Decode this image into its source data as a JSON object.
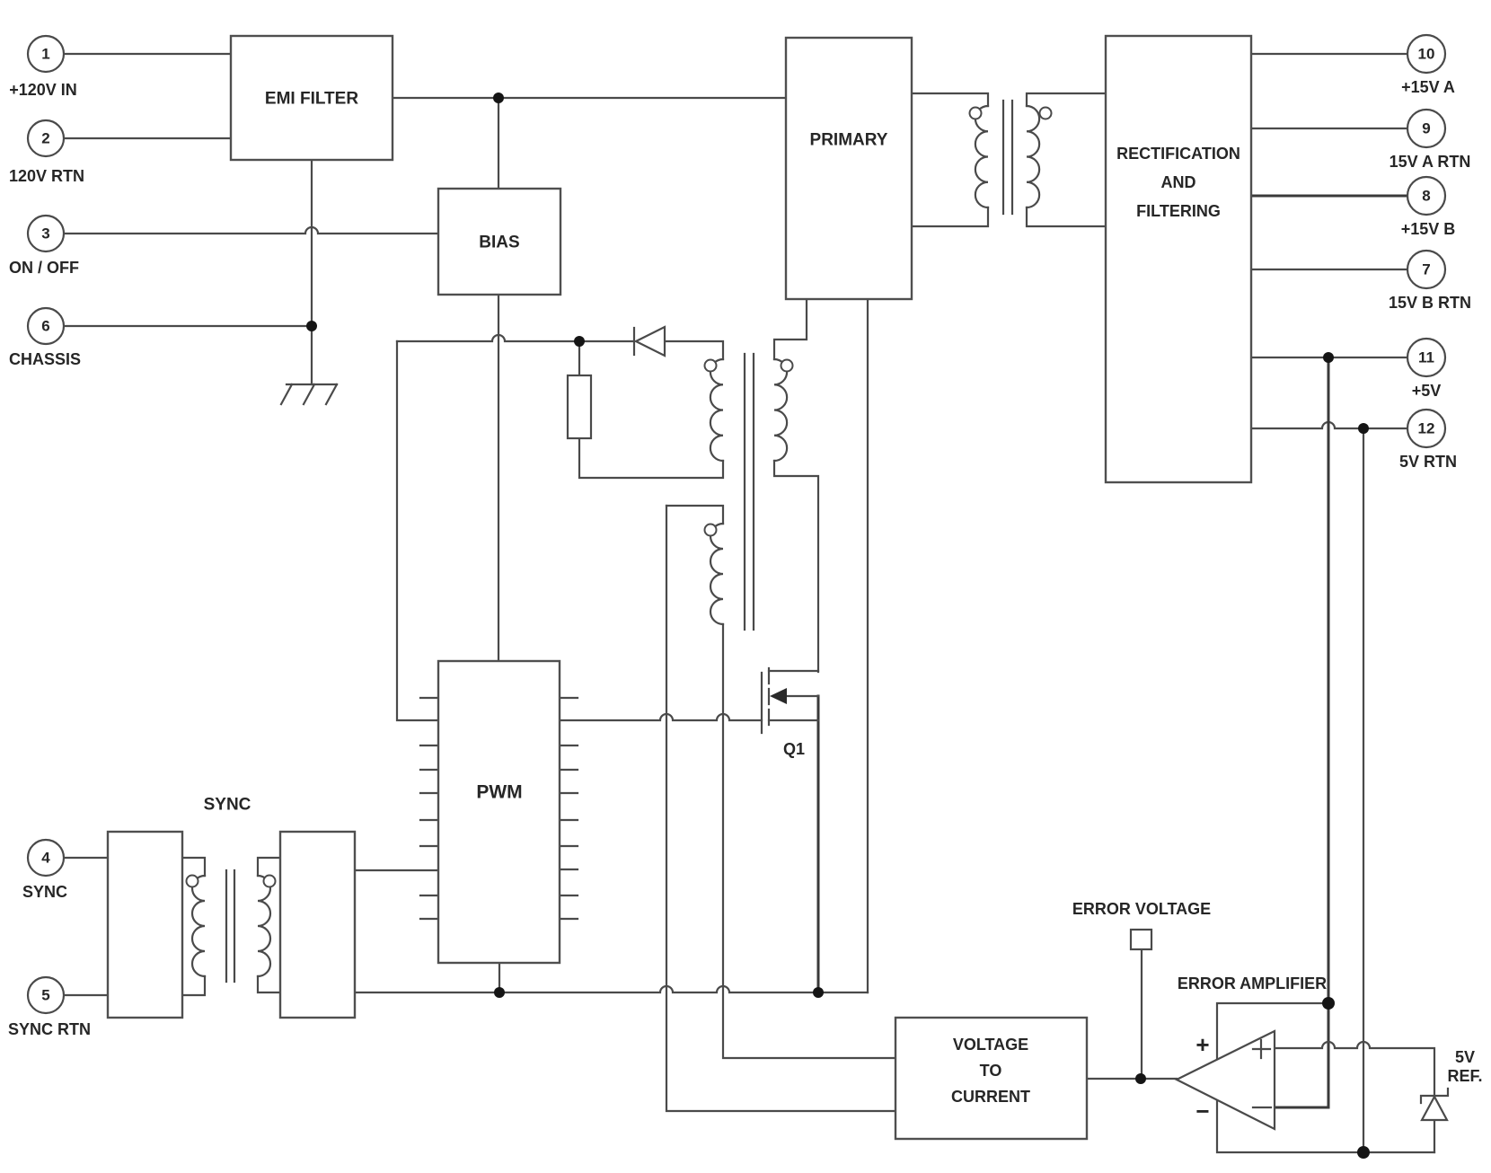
{
  "terminals_left": [
    {
      "number": "1",
      "label": "+120V IN"
    },
    {
      "number": "2",
      "label": "120V RTN"
    },
    {
      "number": "3",
      "label": "ON / OFF"
    },
    {
      "number": "6",
      "label": "CHASSIS"
    },
    {
      "number": "4",
      "label": "SYNC"
    },
    {
      "number": "5",
      "label": "SYNC RTN"
    }
  ],
  "terminals_right": [
    {
      "number": "10",
      "label": "+15V A"
    },
    {
      "number": "9",
      "label": "15V A RTN"
    },
    {
      "number": "8",
      "label": "+15V B"
    },
    {
      "number": "7",
      "label": "15V B RTN"
    },
    {
      "number": "11",
      "label": "+5V"
    },
    {
      "number": "12",
      "label": "5V RTN"
    }
  ],
  "blocks": {
    "emi_filter": "EMI FILTER",
    "bias": "BIAS",
    "primary": "PRIMARY",
    "rectification": [
      "RECTIFICATION",
      "AND",
      "FILTERING"
    ],
    "pwm": "PWM",
    "voltage_to_current": [
      "VOLTAGE",
      "TO",
      "CURRENT"
    ]
  },
  "labels": {
    "sync_transformer": "SYNC",
    "mosfet": "Q1",
    "error_voltage": "ERROR VOLTAGE",
    "error_amplifier": "ERROR AMPLIFIER",
    "vref": [
      "5V",
      "REF."
    ],
    "amp_plus": "+",
    "amp_minus": "−"
  },
  "colors": {
    "background": "#ffffff",
    "wire": "#4a4a4a",
    "text": "#262626",
    "junction_dot": "#151515"
  }
}
